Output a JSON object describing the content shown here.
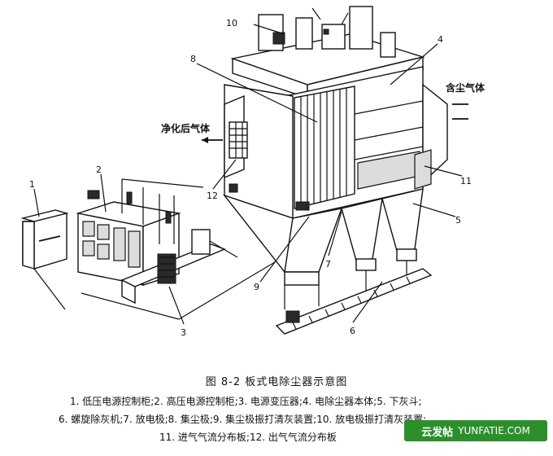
{
  "labels": {
    "n1": "1",
    "n2": "2",
    "n3": "3",
    "n4": "4",
    "n5": "5",
    "n6": "6",
    "n7": "7",
    "n8": "8",
    "n9": "9",
    "n10": "10",
    "n11": "11",
    "n12": "12"
  },
  "flows": {
    "inlet": "含尘气体",
    "outlet": "净化后气体"
  },
  "caption": "图 8-2   板式电除尘器示意图",
  "legend": [
    "1. 低压电源控制柜;2. 高压电源控制柜;3. 电源变压器;4. 电除尘器本体;5. 下灰斗;",
    "6. 螺旋除灰机;7. 放电极;8. 集尘极;9. 集尘极振打清灰装置;10. 放电极振打清灰装置;",
    "11. 进气气流分布板;12. 出气气流分布板"
  ],
  "watermark": {
    "brand": "云发帖",
    "site": "YUNFATIE.COM"
  }
}
